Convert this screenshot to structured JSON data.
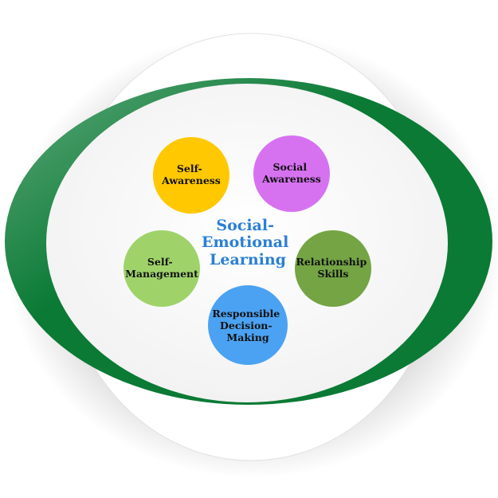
{
  "diagram": {
    "title_lines": [
      "Social-",
      "Emotional",
      "Learning"
    ],
    "title_color": "#2a7fd4",
    "ring_color": "#0a7a35",
    "components": [
      {
        "id": "self-awareness",
        "lines": [
          "Self-",
          "Awareness"
        ],
        "color": "#ffc800"
      },
      {
        "id": "social-awareness",
        "lines": [
          "Social",
          "Awareness"
        ],
        "color": "#d672f0"
      },
      {
        "id": "self-management",
        "lines": [
          "Self-",
          "Management"
        ],
        "color": "#9fd36a"
      },
      {
        "id": "relationship-skills",
        "lines": [
          "Relationship",
          "Skills"
        ],
        "color": "#74a444"
      },
      {
        "id": "responsible-decision-making",
        "lines": [
          "Responsible",
          "Decision-",
          "Making"
        ],
        "color": "#4ba2f2"
      }
    ]
  }
}
